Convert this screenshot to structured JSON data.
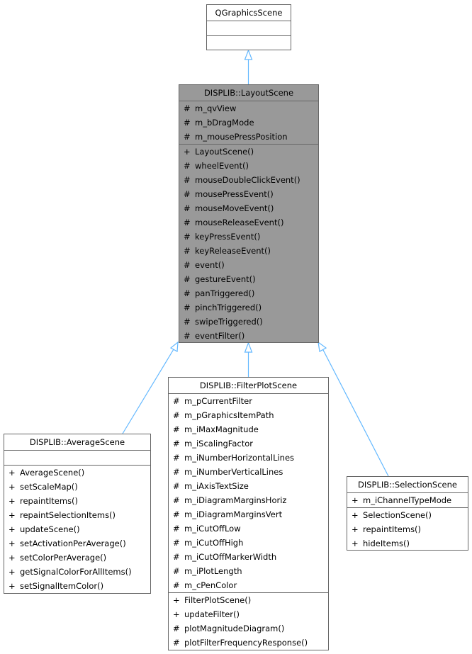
{
  "diagram": {
    "type": "inheritance",
    "edge_color": "#63b8ff",
    "classes": {
      "base": {
        "name": "QGraphicsScene",
        "attributes": [],
        "methods": []
      },
      "layout": {
        "name": "DISPLIB::LayoutScene",
        "attributes": [
          {
            "vis": "#",
            "name": "m_qvView"
          },
          {
            "vis": "#",
            "name": "m_bDragMode"
          },
          {
            "vis": "#",
            "name": "m_mousePressPosition"
          }
        ],
        "methods": [
          {
            "vis": "+",
            "name": "LayoutScene()"
          },
          {
            "vis": "#",
            "name": "wheelEvent()"
          },
          {
            "vis": "#",
            "name": "mouseDoubleClickEvent()"
          },
          {
            "vis": "#",
            "name": "mousePressEvent()"
          },
          {
            "vis": "#",
            "name": "mouseMoveEvent()"
          },
          {
            "vis": "#",
            "name": "mouseReleaseEvent()"
          },
          {
            "vis": "#",
            "name": "keyPressEvent()"
          },
          {
            "vis": "#",
            "name": "keyReleaseEvent()"
          },
          {
            "vis": "#",
            "name": "event()"
          },
          {
            "vis": "#",
            "name": "gestureEvent()"
          },
          {
            "vis": "#",
            "name": "panTriggered()"
          },
          {
            "vis": "#",
            "name": "pinchTriggered()"
          },
          {
            "vis": "#",
            "name": "swipeTriggered()"
          },
          {
            "vis": "#",
            "name": "eventFilter()"
          }
        ]
      },
      "average": {
        "name": "DISPLIB::AverageScene",
        "attributes": [],
        "methods": [
          {
            "vis": "+",
            "name": "AverageScene()"
          },
          {
            "vis": "+",
            "name": "setScaleMap()"
          },
          {
            "vis": "+",
            "name": "repaintItems()"
          },
          {
            "vis": "+",
            "name": "repaintSelectionItems()"
          },
          {
            "vis": "+",
            "name": "updateScene()"
          },
          {
            "vis": "+",
            "name": "setActivationPerAverage()"
          },
          {
            "vis": "+",
            "name": "setColorPerAverage()"
          },
          {
            "vis": "+",
            "name": "getSignalColorForAllItems()"
          },
          {
            "vis": "+",
            "name": "setSignalItemColor()"
          }
        ]
      },
      "filterplot": {
        "name": "DISPLIB::FilterPlotScene",
        "attributes": [
          {
            "vis": "#",
            "name": "m_pCurrentFilter"
          },
          {
            "vis": "#",
            "name": "m_pGraphicsItemPath"
          },
          {
            "vis": "#",
            "name": "m_iMaxMagnitude"
          },
          {
            "vis": "#",
            "name": "m_iScalingFactor"
          },
          {
            "vis": "#",
            "name": "m_iNumberHorizontalLines"
          },
          {
            "vis": "#",
            "name": "m_iNumberVerticalLines"
          },
          {
            "vis": "#",
            "name": "m_iAxisTextSize"
          },
          {
            "vis": "#",
            "name": "m_iDiagramMarginsHoriz"
          },
          {
            "vis": "#",
            "name": "m_iDiagramMarginsVert"
          },
          {
            "vis": "#",
            "name": "m_iCutOffLow"
          },
          {
            "vis": "#",
            "name": "m_iCutOffHigh"
          },
          {
            "vis": "#",
            "name": "m_iCutOffMarkerWidth"
          },
          {
            "vis": "#",
            "name": "m_iPlotLength"
          },
          {
            "vis": "#",
            "name": "m_cPenColor"
          }
        ],
        "methods": [
          {
            "vis": "+",
            "name": "FilterPlotScene()"
          },
          {
            "vis": "+",
            "name": "updateFilter()"
          },
          {
            "vis": "#",
            "name": "plotMagnitudeDiagram()"
          },
          {
            "vis": "#",
            "name": "plotFilterFrequencyResponse()"
          }
        ]
      },
      "selection": {
        "name": "DISPLIB::SelectionScene",
        "attributes": [
          {
            "vis": "+",
            "name": "m_iChannelTypeMode"
          }
        ],
        "methods": [
          {
            "vis": "+",
            "name": "SelectionScene()"
          },
          {
            "vis": "+",
            "name": "repaintItems()"
          },
          {
            "vis": "+",
            "name": "hideItems()"
          }
        ]
      }
    }
  }
}
